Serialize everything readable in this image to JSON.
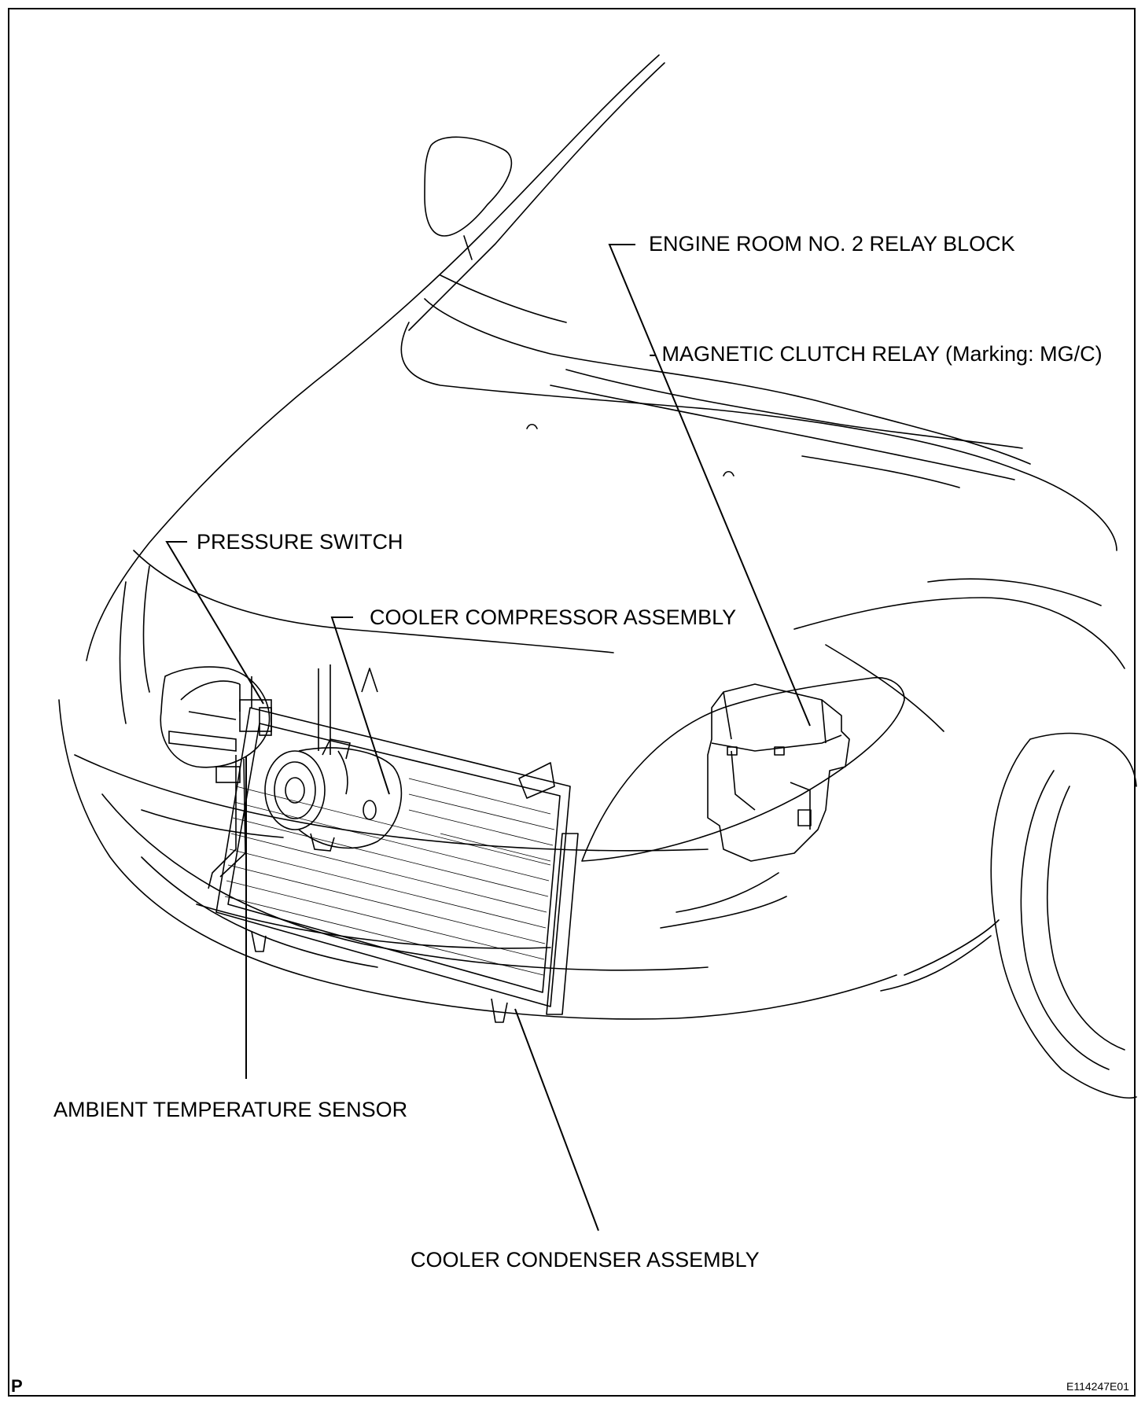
{
  "labels": {
    "engine_room_line1": "ENGINE ROOM NO. 2 RELAY BLOCK",
    "engine_room_line2": "- MAGNETIC CLUTCH RELAY (Marking: MG/C)",
    "pressure_switch": "PRESSURE SWITCH",
    "cooler_compressor": "COOLER COMPRESSOR ASSEMBLY",
    "ambient_sensor": "AMBIENT TEMPERATURE SENSOR",
    "cooler_condenser": "COOLER CONDENSER ASSEMBLY"
  },
  "corner": {
    "left": "P",
    "right": "E114247E01"
  }
}
